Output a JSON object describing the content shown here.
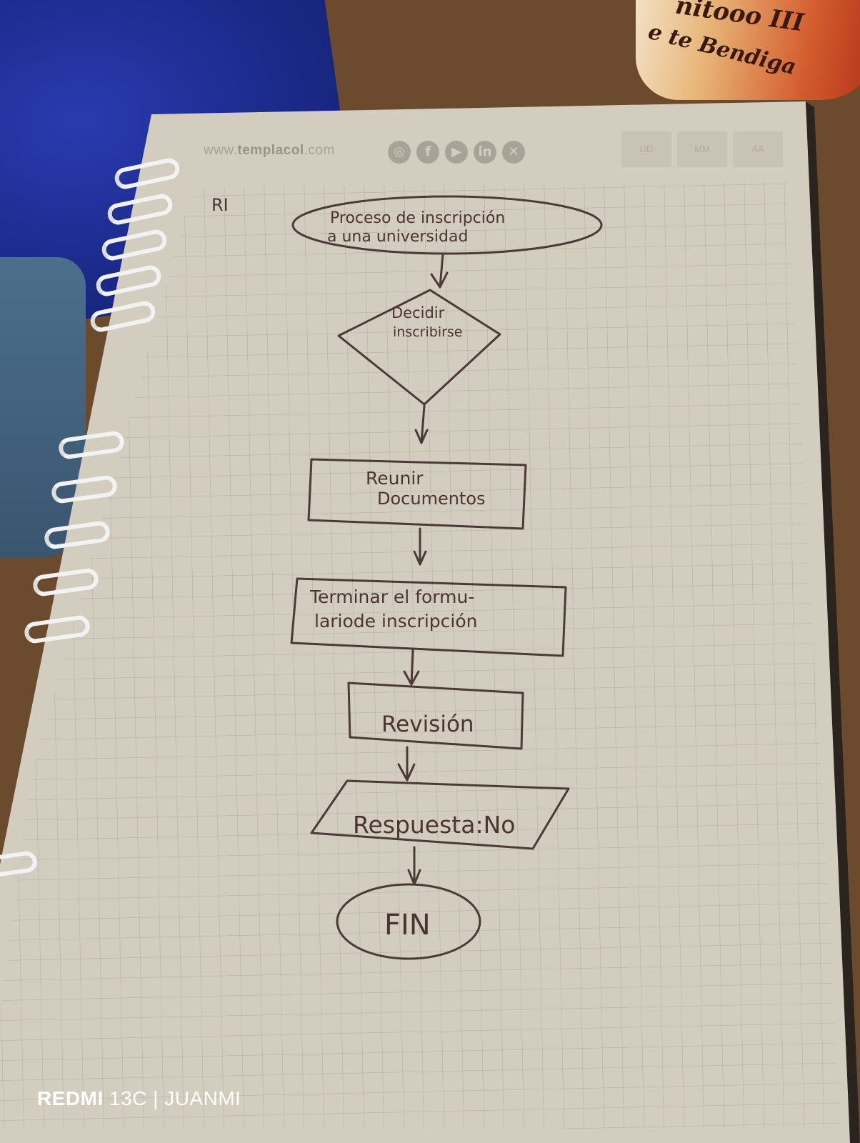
{
  "page": {
    "corner_note": "RI"
  },
  "notebook_header": {
    "website_prefix": "www.",
    "website_brand": "templacol",
    "website_suffix": ".com",
    "social_icons": [
      "instagram-icon",
      "facebook-icon",
      "youtube-icon",
      "linkedin-icon",
      "x-icon"
    ],
    "date_fields": [
      "DD",
      "MM",
      "AA"
    ]
  },
  "mug": {
    "line1": "nitooo III",
    "line2": "e te Bendiga"
  },
  "flowchart": {
    "start": {
      "line1": "Proceso de inscripción",
      "line2": "a una universidad"
    },
    "decision": {
      "line1": "Decidir",
      "line2": "inscribirse"
    },
    "step1": {
      "line1": "Reunir",
      "line2": "Documentos"
    },
    "step2": {
      "line1": "Terminar el formu-",
      "line2": "lariode inscripción"
    },
    "step3": {
      "line1": "Revisión"
    },
    "output": {
      "line1": "Respuesta:No"
    },
    "end": {
      "line1": "FIN"
    }
  },
  "camera_watermark": {
    "brand": "REDMI",
    "model": "13C",
    "separator": "|",
    "owner": "JUANMI"
  },
  "colors": {
    "paper": "#d3cdc0",
    "grid": "#b9b2a3",
    "ink": "#4a3a38",
    "desk": "#6b4a2e",
    "cloth": "#1b2a8a"
  }
}
